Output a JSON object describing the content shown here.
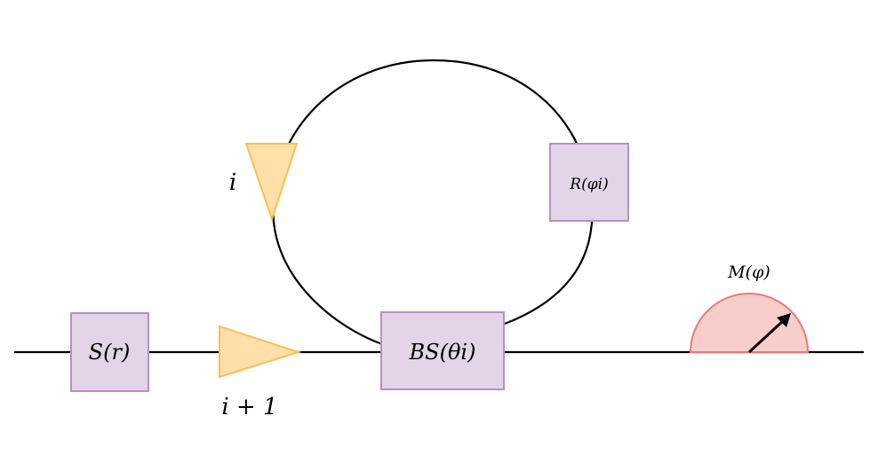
{
  "colors": {
    "line": "#000000",
    "box_fill": "#e1d5e7",
    "box_stroke": "#9673a6",
    "triangle_fill": "#ffe6b3",
    "triangle_stroke": "#f5c35a",
    "meter_fill": "#f8cecc",
    "meter_stroke": "#ea6b66"
  },
  "components": {
    "squeezer": {
      "text": "S(r)"
    },
    "beamsplitter": {
      "text": "BS(θi)"
    },
    "rotation": {
      "text": "R(φi)"
    },
    "measurement": {
      "text": "M(φ)"
    },
    "marker_loop": {
      "text": "i"
    },
    "marker_line": {
      "text": "i + 1"
    }
  }
}
